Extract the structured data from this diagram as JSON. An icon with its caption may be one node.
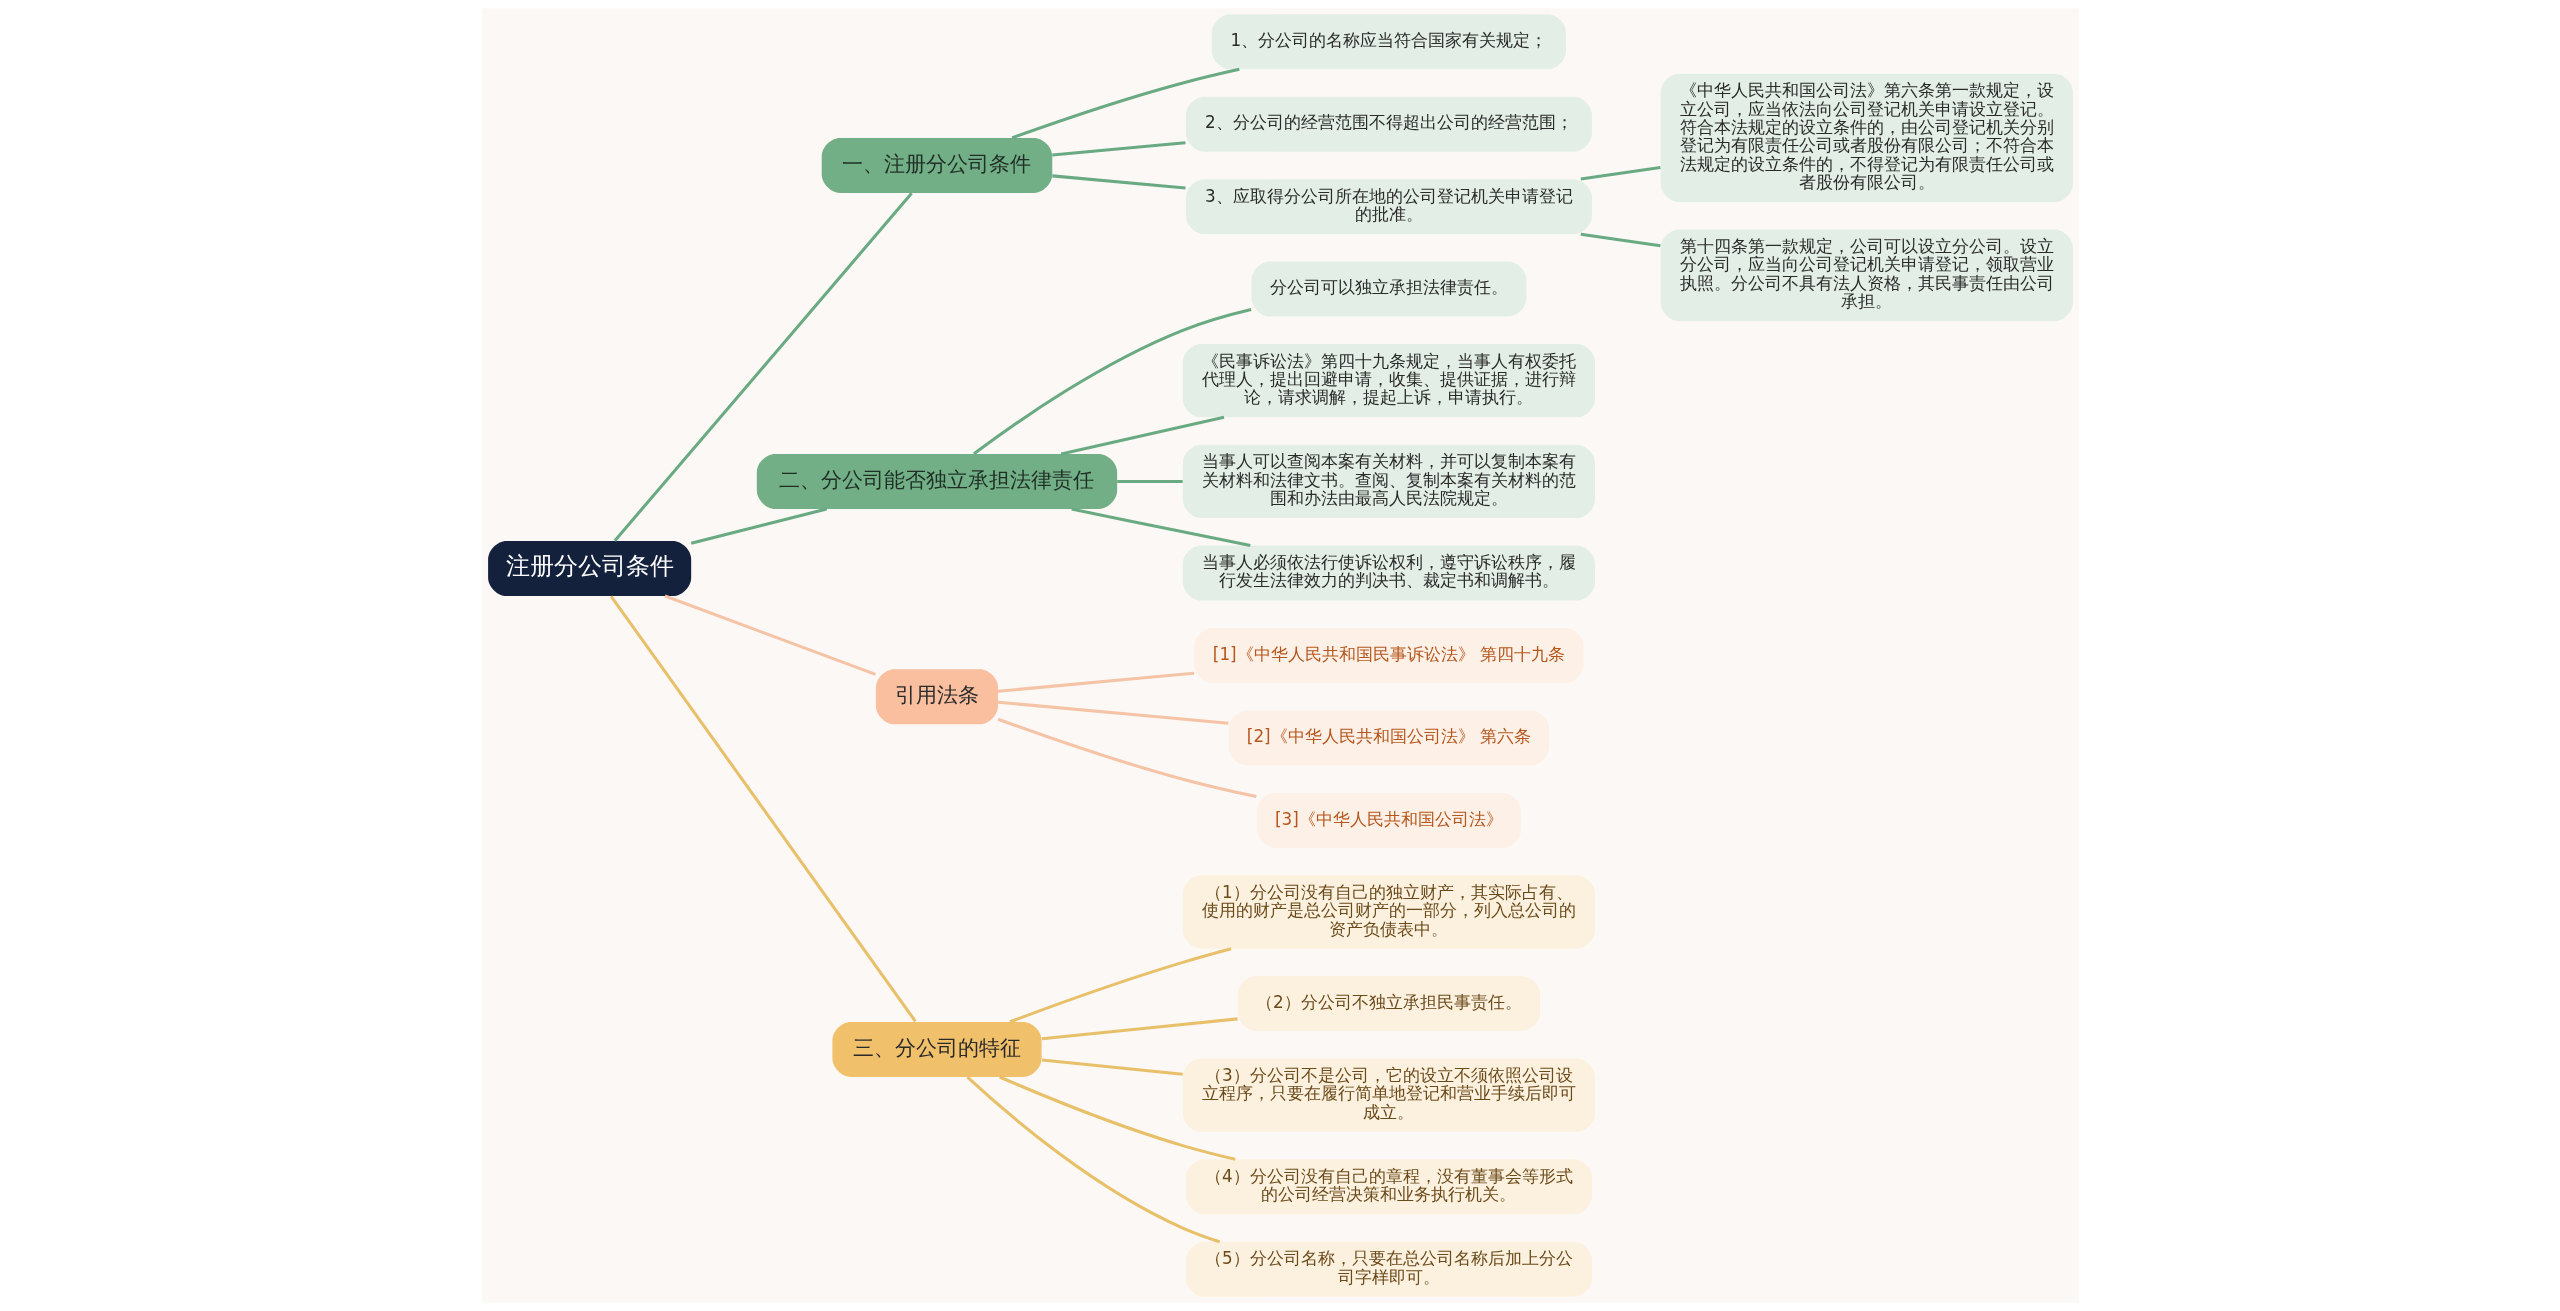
{
  "diagram": {
    "nodes": [
      {
        "text": [
          "注册分公司条件"
        ]
      },
      {
        "text": [
          "一、注册分公司条件"
        ]
      },
      {
        "text": [
          "1、分公司的名称应当符合国家有关规定；"
        ]
      },
      {
        "text": [
          "2、分公司的经营范围不得超出公司的经营范围；"
        ]
      },
      {
        "text": [
          "3、应取得分公司所在地的公司登记机关申请登记的批准。"
        ]
      },
      {
        "text": [
          "《中华人民共和国公司法》第六条第一款规定，设立公司，应当依法向公司登记机关申请设立登记。符合本法规定的设立条件的，由公司登记机关分别登记为有限责任公司或者股份有限公司；不符合本法规定的设立条件的，不得登记为有限责任公司或者股份有限公司。"
        ]
      },
      {
        "text": [
          "第十四条第一款规定，公司可以设立分公司。设立分公司，应当向公司登记机关申请登记，领取营业执照。分公司不具有法人资格，其民事责任由公司承担。"
        ]
      },
      {
        "text": [
          "二、分公司能否独立承担法律责任"
        ]
      },
      {
        "text": [
          "分公司可以独立承担法律责任。"
        ]
      },
      {
        "text": [
          "《民事诉讼法》第四十九条规定，当事人有权委托代理人，提出回避申请，收集、提供证据，进行辩论，请求调解，提起上诉，申请执行。"
        ]
      },
      {
        "text": [
          "当事人可以查阅本案有关材料，并可以复制本案有关材料和法律文书。查阅、复制本案有关材料的范围和办法由最高人民法院规定。"
        ]
      },
      {
        "text": [
          "当事人必须依法行使诉讼权利，遵守诉讼秩序，履行发生法律效力的判决书、裁定书和调解书。"
        ]
      },
      {
        "text": [
          "引用法条"
        ]
      },
      {
        "text": [
          "[1]《中华人民共和国民事诉讼法》 第四十九条"
        ]
      },
      {
        "text": [
          "[2]《中华人民共和国公司法》 第六条"
        ]
      },
      {
        "text": [
          "[3]《中华人民共和国公司法》"
        ]
      },
      {
        "text": [
          "三、分公司的特征"
        ]
      },
      {
        "text": [
          "（1）分公司没有自己的独立财产，其实际占有、使用的财产是总公司财产的一部分，列入总公司的资产负债表中。"
        ]
      },
      {
        "text": [
          "（2）分公司不独立承担民事责任。"
        ]
      },
      {
        "text": [
          "（3）分公司不是公司，它的设立不须依照公司设立程序，只要在履行简单地登记和营业手续后即可成立。"
        ]
      },
      {
        "text": [
          "（4）分公司没有自己的章程，没有董事会等形式的公司经营决策和业务执行机关。"
        ]
      },
      {
        "text": [
          "（5）分公司名称，只要在总公司名称后加上分公司字样即可。"
        ]
      }
    ],
    "edges": [
      {
        "from": 0,
        "to": 1,
        "arrow": "none"
      },
      {
        "from": 1,
        "to": 2,
        "arrow": "none"
      },
      {
        "from": 1,
        "to": 3,
        "arrow": "none"
      },
      {
        "from": 1,
        "to": 4,
        "arrow": "none"
      },
      {
        "from": 4,
        "to": 5,
        "arrow": "none"
      },
      {
        "from": 4,
        "to": 6,
        "arrow": "none"
      },
      {
        "from": 0,
        "to": 7,
        "arrow": "none"
      },
      {
        "from": 7,
        "to": 8,
        "arrow": "none"
      },
      {
        "from": 7,
        "to": 9,
        "arrow": "none"
      },
      {
        "from": 7,
        "to": 10,
        "arrow": "none"
      },
      {
        "from": 7,
        "to": 11,
        "arrow": "none"
      },
      {
        "from": 0,
        "to": 12,
        "arrow": "none",
        "color": "#f5c3a5"
      },
      {
        "from": 12,
        "to": 13,
        "arrow": "none",
        "color": "#f5c3a5"
      },
      {
        "from": 12,
        "to": 14,
        "arrow": "none",
        "color": "#f5c3a5"
      },
      {
        "from": 12,
        "to": 15,
        "arrow": "none",
        "color": "#f5c3a5"
      },
      {
        "from": 0,
        "to": 16,
        "arrow": "none",
        "color": "#e8c06a"
      },
      {
        "from": 16,
        "to": 17,
        "arrow": "none",
        "color": "#e8c06a"
      },
      {
        "from": 16,
        "to": 18,
        "arrow": "none",
        "color": "#e8c06a"
      },
      {
        "from": 16,
        "to": 19,
        "arrow": "none",
        "color": "#e8c06a"
      },
      {
        "from": 16,
        "to": 20,
        "arrow": "none",
        "color": "#e8c06a"
      },
      {
        "from": 16,
        "to": 21,
        "arrow": "none",
        "color": "#e8c06a"
      }
    ]
  }
}
